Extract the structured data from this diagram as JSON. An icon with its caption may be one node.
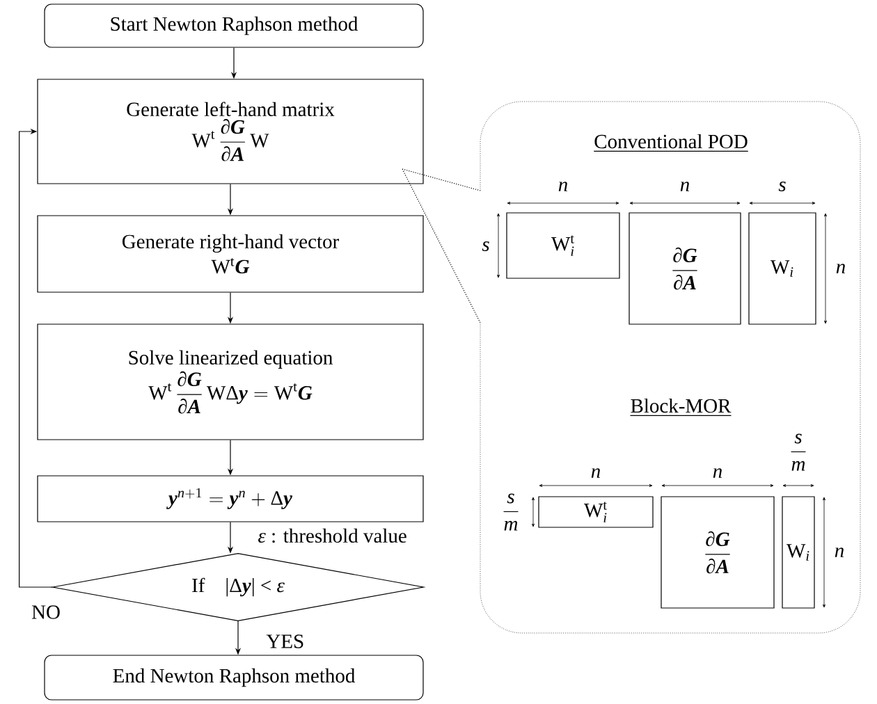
{
  "diagram": {
    "nodes": [
      {
        "text": [
          "Start Newton Raphson method"
        ]
      },
      {
        "text": [
          "Generate left-hand matrix",
          "\\mathrm{W}^{\\mathrm{t}}\\,\\frac{\\text{∂}\\textbf{\\textit{G}}}{\\text{∂}\\textbf{\\textit{A}}}\\,\\mathrm{W}"
        ]
      },
      {
        "text": [
          "Generate right-hand vector",
          "\\mathrm{W}^{\\mathrm{t}}\\textbf{\\textit{G}}"
        ]
      },
      {
        "text": [
          "Solve linearized equation",
          "\\mathrm{W}^{\\mathrm{t}}\\,\\frac{\\text{∂}\\textbf{\\textit{G}}}{\\text{∂}\\textbf{\\textit{A}}}\\,\\mathrm{W}\\text{Δ}\\textbf{\\textit{y}} = \\mathrm{W}^{\\mathrm{t}}\\textbf{\\textit{G}}"
        ]
      },
      {
        "text": [
          "\\textbf{\\textit{y}}^{\\mathit{n}+1} = \\textbf{\\textit{y}}^{\\mathit{n}} + \\text{Δ}\\textbf{\\textit{y}}"
        ]
      },
      {
        "text": [
          "\\text{If}\\quad\\text{|Δ}\\textbf{\\textit{y}}\\text{| < }\\textit{ε}"
        ]
      },
      {
        "text": [
          "End Newton Raphson method"
        ]
      },
      {
        "text": [],
        "shape": "box"
      },
      {
        "text": [
          "\\mathrm{W}_{\\mathit{i}}^{\\mathrm{t}}"
        ],
        "in": 7
      },
      {
        "text": [
          "\\frac{\\text{∂}\\textbf{\\textit{G}}}{\\text{∂}\\textbf{\\textit{A}}}"
        ],
        "in": 7
      },
      {
        "text": [
          "\\mathrm{W}_{\\mathit{i}}"
        ],
        "in": 7
      },
      {
        "text": [
          "\\mathrm{W}_{\\mathit{i}}^{\\mathrm{t}}"
        ],
        "in": 7
      },
      {
        "text": [
          "\\frac{\\text{∂}\\textbf{\\textit{G}}}{\\text{∂}\\textbf{\\textit{A}}}"
        ],
        "in": 7
      },
      {
        "text": [
          "\\mathrm{W}_{\\mathit{i}}"
        ],
        "in": 7
      }
    ],
    "edges": [
      {
        "from": 0,
        "to": 1,
        "arrow": "to"
      },
      {
        "from": 1,
        "to": 2,
        "arrow": "to"
      },
      {
        "from": 2,
        "to": 3,
        "arrow": "to"
      },
      {
        "from": 3,
        "to": 4,
        "arrow": "to"
      },
      {
        "from": 4,
        "to": 5,
        "arrow": "to",
        "label": "*ε* : threshold value"
      },
      {
        "from": 5,
        "to": 6,
        "arrow": "to",
        "label": "YES"
      },
      {
        "from": 5,
        "to": 1,
        "arrow": "to",
        "label": "NO"
      },
      {
        "from": 1,
        "to": 7,
        "arrow": "none",
        "style": "dashed"
      }
    ],
    "labels": [
      "Conventional POD",
      "\\mathit{n}",
      "\\mathit{n}",
      "\\mathit{s}",
      "\\mathit{s}",
      "\\mathit{n}",
      "Block-MOR",
      "\\frac{\\mathit{s}}{\\mathit{m}}",
      "\\mathit{n}",
      "\\mathit{n}",
      "\\frac{\\mathit{s}}{\\mathit{m}}",
      "\\mathit{n}"
    ]
  }
}
